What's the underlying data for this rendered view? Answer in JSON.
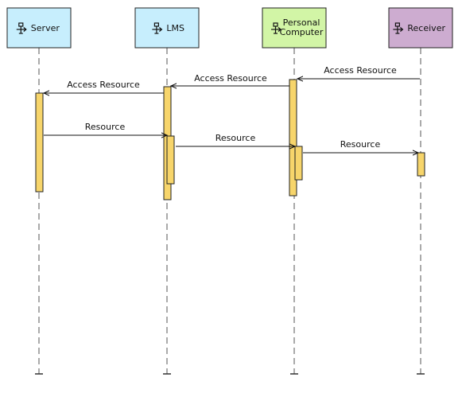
{
  "diagram": {
    "type": "sequence",
    "colors": {
      "blue": "#c7eefd",
      "green": "#d2f5a6",
      "purple": "#cdacd0",
      "activation": "#f7d56b"
    },
    "participants": [
      {
        "id": "server",
        "lines": [
          "Server"
        ],
        "color": "#c7eefd",
        "icon": "component-icon"
      },
      {
        "id": "lms",
        "lines": [
          "LMS"
        ],
        "color": "#c7eefd",
        "icon": "component-icon"
      },
      {
        "id": "pc",
        "lines": [
          "Personal",
          "Computer"
        ],
        "color": "#d2f5a6",
        "icon": "component-icon"
      },
      {
        "id": "receiver",
        "lines": [
          "Receiver"
        ],
        "color": "#cdacd0",
        "icon": "component-icon"
      }
    ],
    "messages": [
      {
        "from": "receiver",
        "to": "pc",
        "label": "Access Resource"
      },
      {
        "from": "pc",
        "to": "lms",
        "label": "Access Resource"
      },
      {
        "from": "lms",
        "to": "server",
        "label": "Access Resource"
      },
      {
        "from": "server",
        "to": "lms",
        "label": "Resource"
      },
      {
        "from": "lms",
        "to": "pc",
        "label": "Resource"
      },
      {
        "from": "pc",
        "to": "receiver",
        "label": "Resource"
      }
    ]
  }
}
